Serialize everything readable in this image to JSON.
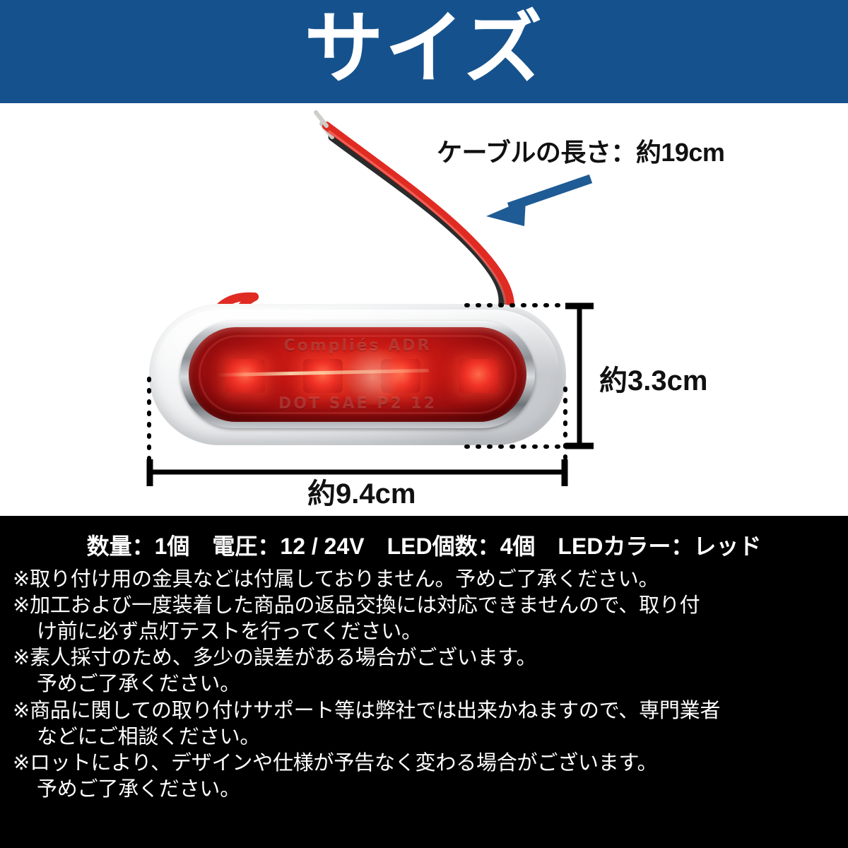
{
  "header": {
    "title": "サイズ",
    "background_color": "#15528d",
    "text_color": "#ffffff"
  },
  "diagram": {
    "cable_note": "ケーブルの長さ：約19cm",
    "arrow_color": "#1f5b94",
    "height_label": "約3.3cm",
    "width_label": "約9.4cm",
    "lamp": {
      "lens_color": "#c21713",
      "housing_color": "#dcdee1",
      "led_count_visible": 4,
      "emboss_top": "Compliés ADR",
      "emboss_bottom": "DOT SAE P2 12"
    }
  },
  "specs": {
    "headline": "数量：1個　電圧：12 / 24V　LED個数：4個　LEDカラー：レッド",
    "notes": [
      {
        "text": "※取り付け用の金具などは付属しておりません。予めご了承ください。",
        "indent": false
      },
      {
        "text": "※加工および一度装着した商品の返品交換には対応できませんので、取り付",
        "indent": false
      },
      {
        "text": "け前に必ず点灯テストを行ってください。",
        "indent": true
      },
      {
        "text": "※素人採寸のため、多少の誤差がある場合がございます。",
        "indent": false
      },
      {
        "text": "予めご了承ください。",
        "indent": true
      },
      {
        "text": "※商品に関しての取り付けサポート等は弊社では出来かねますので、専門業者",
        "indent": false
      },
      {
        "text": "などにご相談ください。",
        "indent": true
      },
      {
        "text": "※ロットにより、デザインや仕様が予告なく変わる場合がございます。",
        "indent": false
      },
      {
        "text": "予めご了承ください。",
        "indent": true
      }
    ]
  }
}
